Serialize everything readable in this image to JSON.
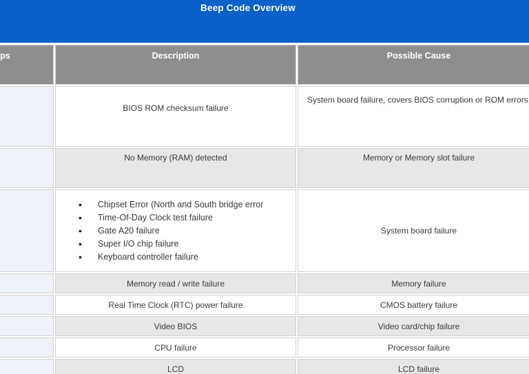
{
  "title": "Beep Code Overview",
  "colors": {
    "banner_blue": "#0860c8",
    "header_gray": "#8e8e8e",
    "row_alt_gray": "#e7e7e7",
    "beeps_column_blue": "#edf1f8",
    "header_text": "#ffffff",
    "body_text": "#3a3a3a"
  },
  "table": {
    "columns": [
      {
        "label": "Beeps"
      },
      {
        "label": "Description"
      },
      {
        "label": "Possible Cause"
      }
    ],
    "rows": [
      {
        "description": "BIOS ROM checksum failure",
        "cause": "System board failure, covers BIOS corruption or ROM errors."
      },
      {
        "description": "No Memory (RAM) detected",
        "cause": "Memory or Memory slot failure"
      },
      {
        "description_list": [
          "Chipset Error (North and South bridge error",
          "Time-Of-Day Clock test failure",
          "Gate A20 failure",
          "Super I/O chip failure",
          "Keyboard controller failure"
        ],
        "cause": "System board failure"
      },
      {
        "description": "Memory read / write failure",
        "cause": "Memory failure"
      },
      {
        "description": "Real Time Clock (RTC) power failure",
        "cause": "CMOS battery failure"
      },
      {
        "description": "Video BIOS",
        "cause": "Video card/chip failure"
      },
      {
        "description": "CPU failure",
        "cause": "Processor failure"
      },
      {
        "description": "LCD",
        "cause": "LCD failure"
      }
    ]
  }
}
